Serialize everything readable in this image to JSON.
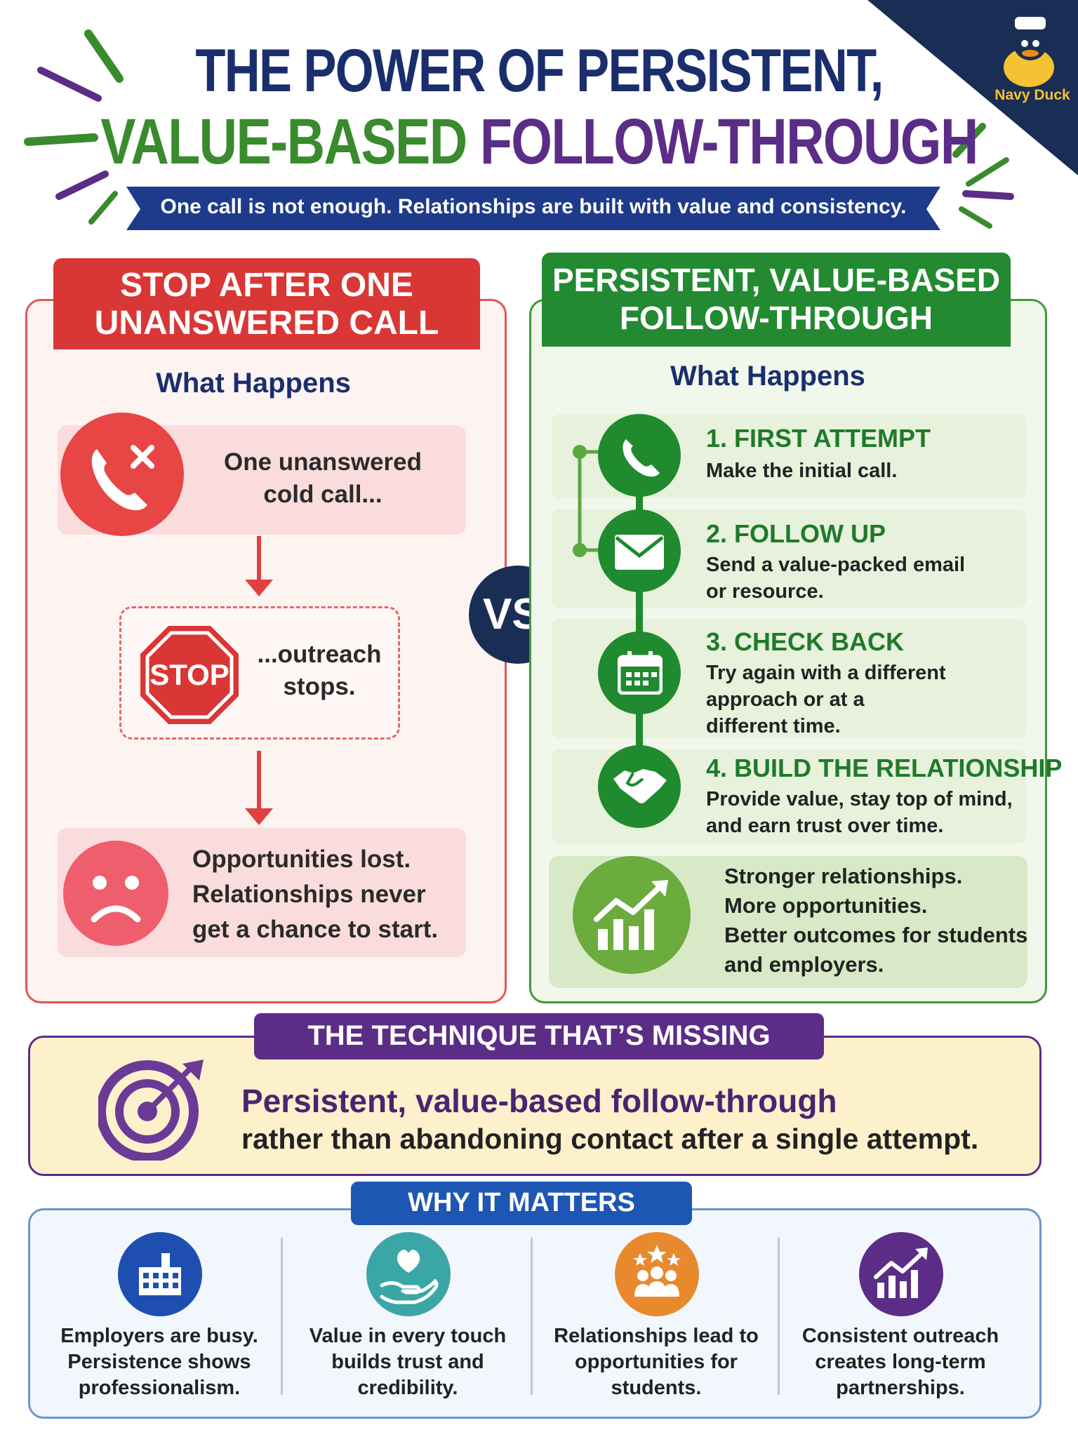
{
  "header": {
    "title_line1": "THE POWER OF PERSISTENT,",
    "title_line2_part1": "VALUE-BASED",
    "title_line2_part2": "FOLLOW-THROUGH",
    "subtitle": "One call is not enough. Relationships are built with value and consistency.",
    "brand": "Navy Duck"
  },
  "left": {
    "heading_line1": "STOP AFTER ONE",
    "heading_line2": "UNANSWERED CALL",
    "what_happens": "What Happens",
    "card1_line1": "One unanswered",
    "card1_line2": "cold call...",
    "stop_sign": "STOP",
    "card2_line1": "...outreach",
    "card2_line2": "stops.",
    "card3_line1": "Opportunities lost.",
    "card3_line2": "Relationships never",
    "card3_line3": "get a chance to start."
  },
  "vs": "VS.",
  "right": {
    "heading_line1": "PERSISTENT, VALUE-BASED",
    "heading_line2": "FOLLOW-THROUGH",
    "what_happens": "What Happens",
    "steps": [
      {
        "title": "1. FIRST ATTEMPT",
        "desc": [
          "Make the initial call."
        ]
      },
      {
        "title": "2. FOLLOW UP",
        "desc": [
          "Send a value-packed email",
          "or resource."
        ]
      },
      {
        "title": "3. CHECK BACK",
        "desc": [
          "Try again with a different",
          "approach or at a",
          "different time."
        ]
      },
      {
        "title": "4. BUILD THE RELATIONSHIP",
        "desc": [
          "Provide value, stay top of mind,",
          "and earn trust over time."
        ]
      }
    ],
    "result": [
      "Stronger relationships.",
      "More opportunities.",
      "Better outcomes for students",
      "and employers."
    ]
  },
  "technique": {
    "heading": "THE TECHNIQUE THAT’S MISSING",
    "line1": "Persistent, value-based follow-through",
    "line2": "rather than abandoning contact after a single attempt."
  },
  "why": {
    "heading": "WHY IT MATTERS",
    "items": [
      {
        "icon": "building-icon",
        "color": "#1e4fb0",
        "lines": [
          "Employers are busy.",
          "Persistence shows",
          "professionalism."
        ]
      },
      {
        "icon": "heart-hand-icon",
        "color": "#3aa6a6",
        "lines": [
          "Value in every touch",
          "builds trust and",
          "credibility."
        ]
      },
      {
        "icon": "team-stars-icon",
        "color": "#e8892e",
        "lines": [
          "Relationships lead to",
          "opportunities for",
          "students."
        ]
      },
      {
        "icon": "growth-chart-icon",
        "color": "#5b2d86",
        "lines": [
          "Consistent outreach",
          "creates long-term",
          "partnerships."
        ]
      }
    ]
  },
  "colors": {
    "navy": "#1a2e6e",
    "green": "#3a8a2e",
    "purple": "#5b2d86",
    "red": "#d93636"
  }
}
